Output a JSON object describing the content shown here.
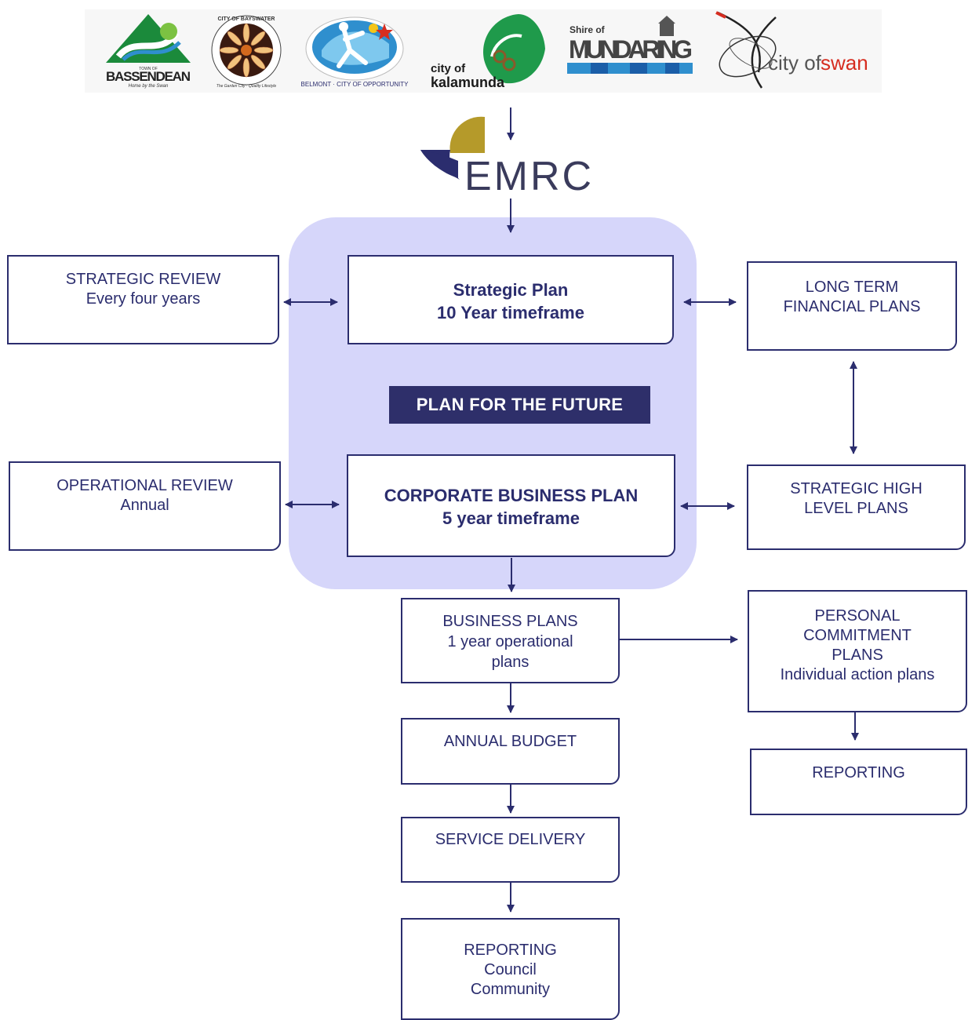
{
  "logos": {
    "bassendean": {
      "small_text": "TOWN OF",
      "name": "BASSENDEAN",
      "tagline": "Home by the Swan"
    },
    "bayswater": {
      "ring_text": "CITY OF BAYSWATER",
      "bottom_text": "The Garden City · Quality Lifestyle"
    },
    "belmont": {
      "ring_text": "BELMONT · CITY OF OPPORTUNITY"
    },
    "kalamunda": {
      "line1": "city of",
      "line2": "kalamunda"
    },
    "mundaring": {
      "small": "Shire of",
      "name": "MUNDARING"
    },
    "swan": {
      "prefix": "city of",
      "name": "swan"
    },
    "emrc": {
      "name": "EMRC"
    }
  },
  "nodes": {
    "strategic_review": {
      "line1": "STRATEGIC REVIEW",
      "line2": "Every four years"
    },
    "strategic_plan": {
      "line1": "Strategic Plan",
      "line2": "10 Year timeframe"
    },
    "long_term_financial": {
      "line1": "LONG TERM",
      "line2": "FINANCIAL PLANS"
    },
    "plan_future": {
      "label": "PLAN FOR THE FUTURE"
    },
    "operational_review": {
      "line1": "OPERATIONAL REVIEW",
      "line2": "Annual"
    },
    "corporate_business_plan": {
      "line1": "CORPORATE BUSINESS PLAN",
      "line2": "5 year timeframe"
    },
    "strategic_high_level": {
      "line1": "STRATEGIC HIGH",
      "line2": "LEVEL PLANS"
    },
    "business_plans": {
      "line1": "BUSINESS PLANS",
      "line2": "1 year operational",
      "line3": "plans"
    },
    "personal_commitment": {
      "line1": "PERSONAL",
      "line2": "COMMITMENT",
      "line3": "PLANS",
      "line4": "Individual action plans"
    },
    "annual_budget": {
      "line1": "ANNUAL BUDGET"
    },
    "reporting_right": {
      "line1": "REPORTING"
    },
    "service_delivery": {
      "line1": "SERVICE DELIVERY"
    },
    "reporting_bottom": {
      "line1": "REPORTING",
      "line2": "Council",
      "line3": "Community"
    }
  },
  "colors": {
    "navy": "#2b2d6e",
    "panel": "#d6d6fa",
    "banner": "#2e2f6a",
    "emrc_gold": "#b59a2a"
  }
}
